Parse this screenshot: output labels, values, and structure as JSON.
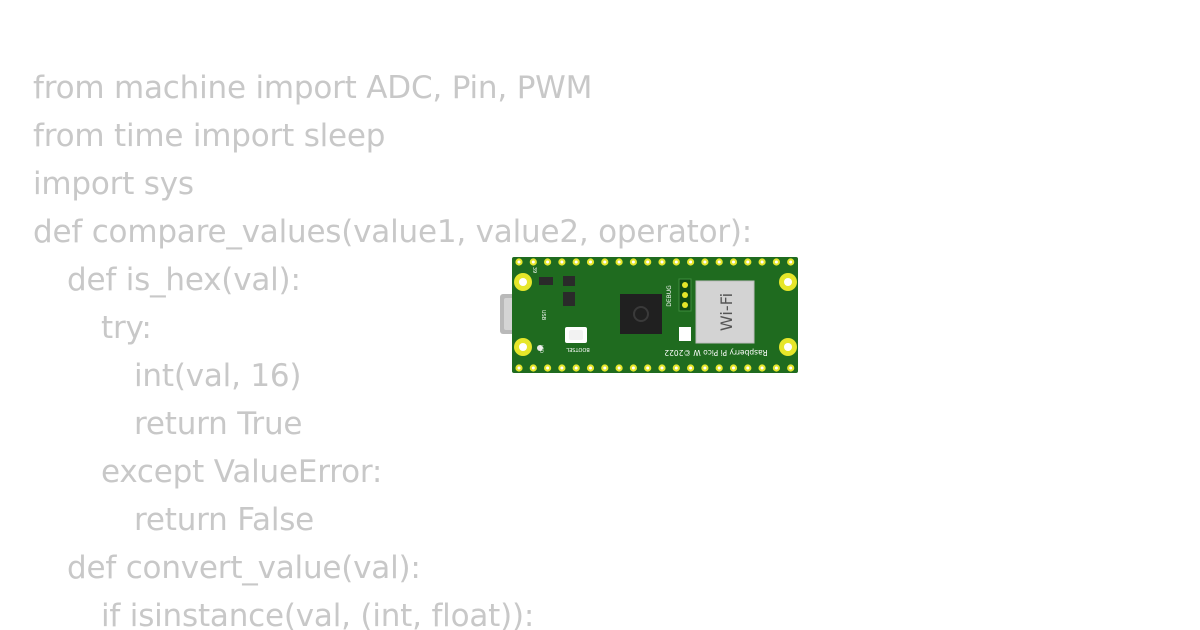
{
  "code": {
    "lines": [
      "from machine import ADC, Pin, PWM",
      "from time import sleep",
      "import sys",
      "def compare_values(value1, value2, operator):",
      "def is_hex(val):",
      "try:",
      "int(val, 16)",
      "return True",
      "except ValueError:",
      "return False",
      "def convert_value(val):",
      "if isinstance(val, (int, float)):"
    ]
  },
  "board": {
    "wifi_label": "Wi-Fi",
    "model_label": "Raspberry Pi Pico W ©2022",
    "debug_label": "DEBUG",
    "usb_label": "USB",
    "bootsel_label": "BOOTSEL",
    "pin_label": "39",
    "led_label": "LED",
    "pcb_color": "#1f6b1f",
    "pad_color": "#e6e62a"
  }
}
